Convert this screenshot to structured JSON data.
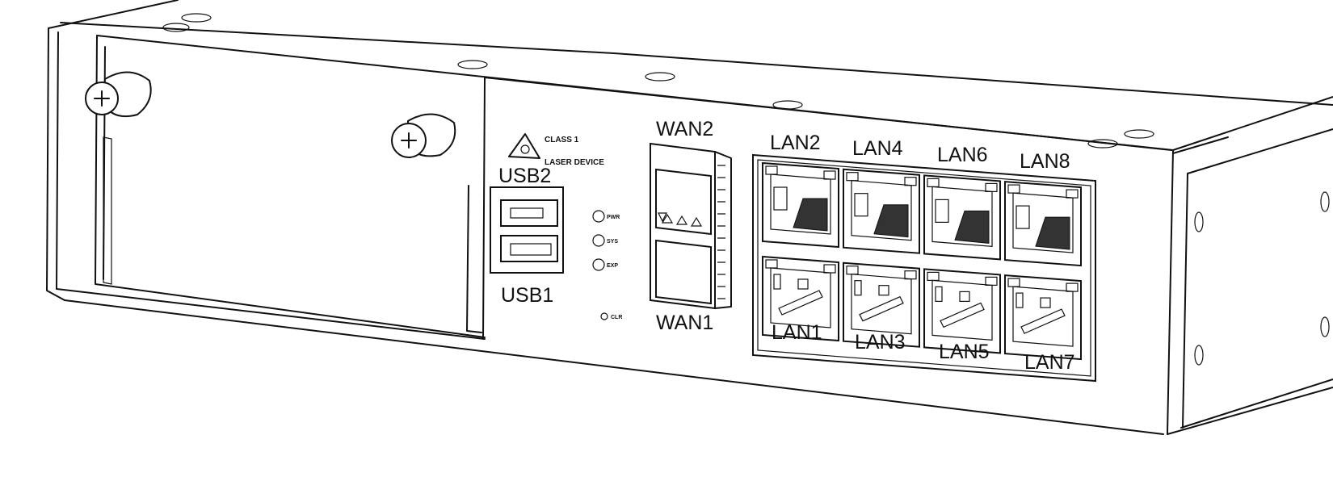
{
  "laser_warning": {
    "line1": "CLASS 1",
    "line2": "LASER DEVICE"
  },
  "usb": {
    "top": "USB2",
    "bottom": "USB1"
  },
  "wan": {
    "top": "WAN2",
    "bottom": "WAN1"
  },
  "leds": [
    "PWR",
    "SYS",
    "EXP"
  ],
  "clr_label": "CLR",
  "lan_top": [
    "LAN2",
    "LAN4",
    "LAN6",
    "LAN8"
  ],
  "lan_bottom": [
    "LAN1",
    "LAN3",
    "LAN5",
    "LAN7"
  ]
}
